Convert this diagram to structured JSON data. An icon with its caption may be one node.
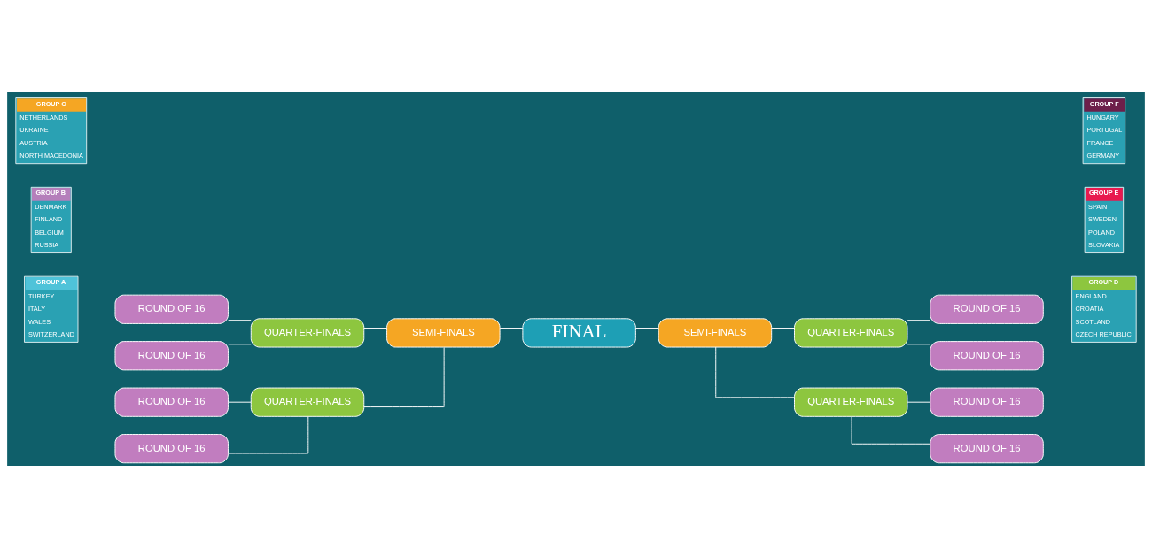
{
  "diagram": {
    "nodes": [
      {
        "text": [
          "GROUP A",
          "TURKEY",
          "ITALY",
          "WALES",
          "SWITZERLAND"
        ]
      },
      {
        "text": [
          "ROUND OF 16"
        ]
      },
      {
        "text": [
          "ROUND OF 16"
        ]
      },
      {
        "text": [
          "ROUND OF 16"
        ]
      },
      {
        "text": [
          "ROUND OF 16"
        ]
      },
      {
        "text": [
          "GROUP D",
          "ENGLAND",
          "CROATIA",
          "SCOTLAND",
          "CZECH REPUBLIC"
        ]
      },
      {
        "text": [
          "QUARTER-FINALS"
        ]
      },
      {
        "text": [
          "QUARTER-FINALS"
        ]
      },
      {
        "text": [
          "GROUP B",
          "DENMARK",
          "FINLAND",
          "BELGIUM",
          "RUSSIA"
        ]
      },
      {
        "text": [
          "SEMI-FINALS"
        ]
      },
      {
        "text": [
          "FINAL"
        ]
      },
      {
        "text": [
          "SEMI-FINALS"
        ]
      },
      {
        "text": [
          "GROUP E",
          "SPAIN",
          "SWEDEN",
          "POLAND",
          "SLOVAKIA"
        ]
      },
      {
        "text": [
          "QUARTER-FINALS"
        ]
      },
      {
        "text": [
          "QUARTER-FINALS"
        ]
      },
      {
        "text": [
          "GROUP C",
          "NETHERLANDS",
          "UKRAINE",
          "AUSTRIA",
          "NORTH MACEDONIA"
        ]
      },
      {
        "text": [
          "ROUND OF 16"
        ]
      },
      {
        "text": [
          "ROUND OF 16"
        ]
      },
      {
        "text": [
          "ROUND OF 16"
        ]
      },
      {
        "text": [
          "ROUND OF 16"
        ]
      },
      {
        "text": [
          "GROUP F",
          "HUNGARY",
          "PORTUGAL",
          "FRANCE",
          "GERMANY"
        ]
      }
    ],
    "edges": [
      {
        "from": 1,
        "to": 6,
        "arrow": "none"
      },
      {
        "from": 2,
        "to": 6,
        "arrow": "none"
      },
      {
        "from": 7,
        "to": 3,
        "arrow": "none"
      },
      {
        "from": 7,
        "to": 4,
        "arrow": "none"
      },
      {
        "from": 6,
        "to": 9,
        "arrow": "none"
      },
      {
        "from": 13,
        "to": 9,
        "arrow": "none"
      },
      {
        "from": 9,
        "to": 10,
        "arrow": "none"
      },
      {
        "from": 10,
        "to": 11,
        "arrow": "none"
      },
      {
        "from": 11,
        "to": 7,
        "arrow": "none"
      },
      {
        "from": 11,
        "to": 14,
        "arrow": "none"
      },
      {
        "from": 16,
        "to": 13,
        "arrow": "none"
      },
      {
        "from": 17,
        "to": 13,
        "arrow": "none"
      },
      {
        "from": 14,
        "to": 18,
        "arrow": "none"
      },
      {
        "from": 14,
        "to": 19,
        "arrow": "none"
      }
    ]
  }
}
